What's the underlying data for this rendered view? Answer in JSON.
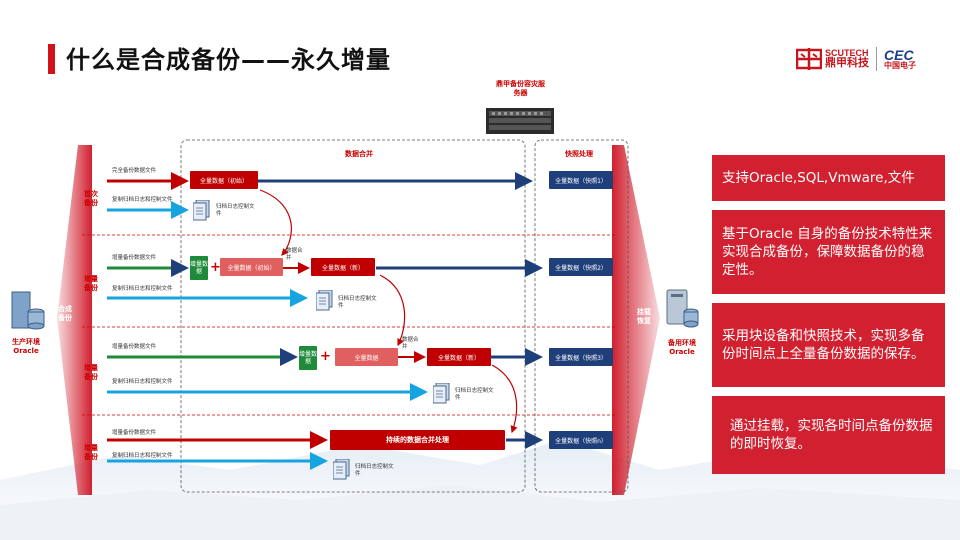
{
  "title": "什么是合成备份——永久增量",
  "logo": {
    "brand_en": "SCUTECH",
    "brand_cn": "鼎甲科技",
    "partner_en": "CEC",
    "partner_cn": "中国电子"
  },
  "diagram": {
    "server_label": "鼎甲备份容灾服务器",
    "section_merge": "数据合并",
    "section_snapshot": "快照处理",
    "left_source": "生产环境 Oracle",
    "left_arrow": "合成备份",
    "right_arrow": "挂载恢复",
    "right_target": "备用环境 Oracle",
    "rows": [
      {
        "label": "首次备份",
        "line1": "完全备份数据文件",
        "line2": "复制归档日志和控制文件",
        "doc": "归档日志控制文件"
      },
      {
        "label": "增量备份",
        "line1": "增量备份数据文件",
        "line2": "复制归档日志和控制文件",
        "doc": "归档日志控制文件"
      },
      {
        "label": "增量备份",
        "line1": "增量备份数据文件",
        "line2": "复制归档日志和控制文件",
        "doc": "归档日志控制文件"
      },
      {
        "label": "增量备份",
        "line1": "增量备份数据文件",
        "line2": "复制归档日志和控制文件",
        "doc": "归档日志控制文件"
      }
    ],
    "full_initial": "全量数据（初始）",
    "full_new": "全量数据（新）",
    "full_data": "全量数据",
    "incremental": "增量数据",
    "merge_label": "数据合并",
    "continuous": "持续的数据合并处理",
    "snapshots": [
      "全量数据（快照1）",
      "全量数据（快照2）",
      "全量数据（快照3）",
      "全量数据（快照n）"
    ]
  },
  "cards": [
    "支持Oracle,SQL,Vmware,文件",
    "基于Oracle 自身的备份技术特性来实现合成备份，保障数据备份的稳定性。",
    "采用块设备和快照技术，实现多备份时间点上全量备份数据的保存。",
    "通过挂载，实现各时间点备份数据的即时恢复。"
  ],
  "colors": {
    "accent_red": "#d1202f",
    "navy": "#1f3f7a",
    "cyan": "#16a4e0",
    "green": "#1e8a3a",
    "dark_red": "#c00000"
  }
}
